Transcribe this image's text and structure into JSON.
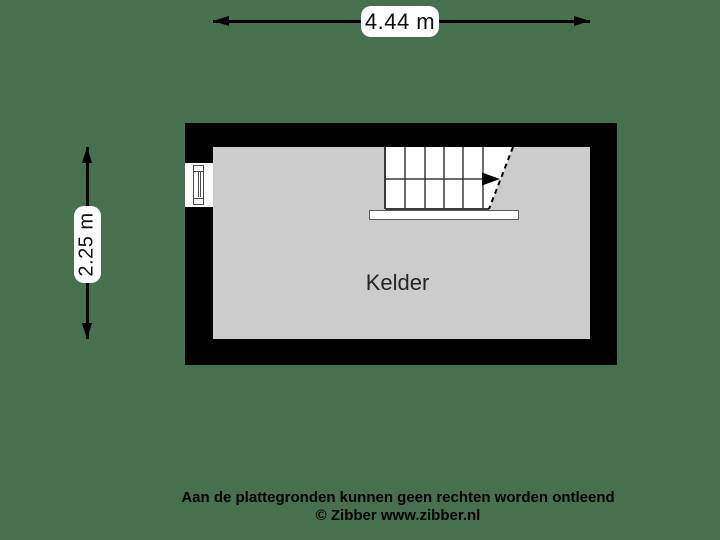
{
  "colors": {
    "background": "#47704f",
    "wall": "#000000",
    "floor": "#cccccc",
    "stairline": "#3a3a3a",
    "labelcolor": "#242424"
  },
  "dimensions": {
    "width": {
      "label": "4.44 m"
    },
    "height": {
      "label": "2.25 m"
    }
  },
  "floorplan": {
    "room_label": "Kelder",
    "stairs": {
      "steps": 6,
      "direction": "right"
    },
    "window": {
      "wall": "left"
    }
  },
  "footer": {
    "line1": "Aan de plattegronden kunnen geen rechten worden ontleend",
    "line2": "© Zibber www.zibber.nl"
  }
}
